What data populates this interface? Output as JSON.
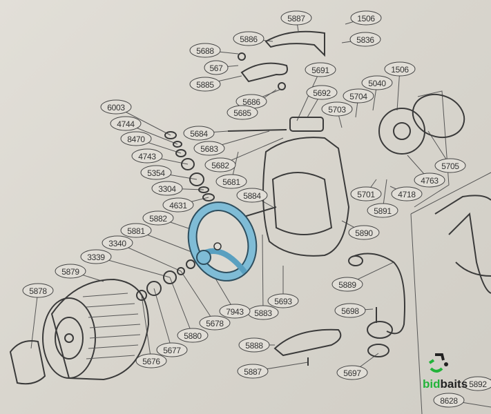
{
  "diagram": {
    "labels": [
      "5887",
      "1506",
      "5886",
      "5836",
      "5688",
      "567",
      "5885",
      "5691",
      "5692",
      "5686",
      "5685",
      "6003",
      "4744",
      "8470",
      "4743",
      "5354",
      "3304",
      "4631",
      "5882",
      "5881",
      "3340",
      "3339",
      "5879",
      "5878",
      "5684",
      "5683",
      "5682",
      "5681",
      "5884",
      "5703",
      "5704",
      "5040",
      "1506",
      "5705",
      "4763",
      "4718",
      "5891",
      "5701",
      "5890",
      "5889",
      "5698",
      "5693",
      "5883",
      "7943",
      "5678",
      "5880",
      "5677",
      "5676",
      "5888",
      "5887",
      "5697",
      "5892",
      "8628"
    ],
    "highlight_color": "#6fb3cf"
  },
  "watermark": {
    "brand_part1": "bid",
    "brand_part2": "baits",
    "brand_color": "#22b33a"
  }
}
